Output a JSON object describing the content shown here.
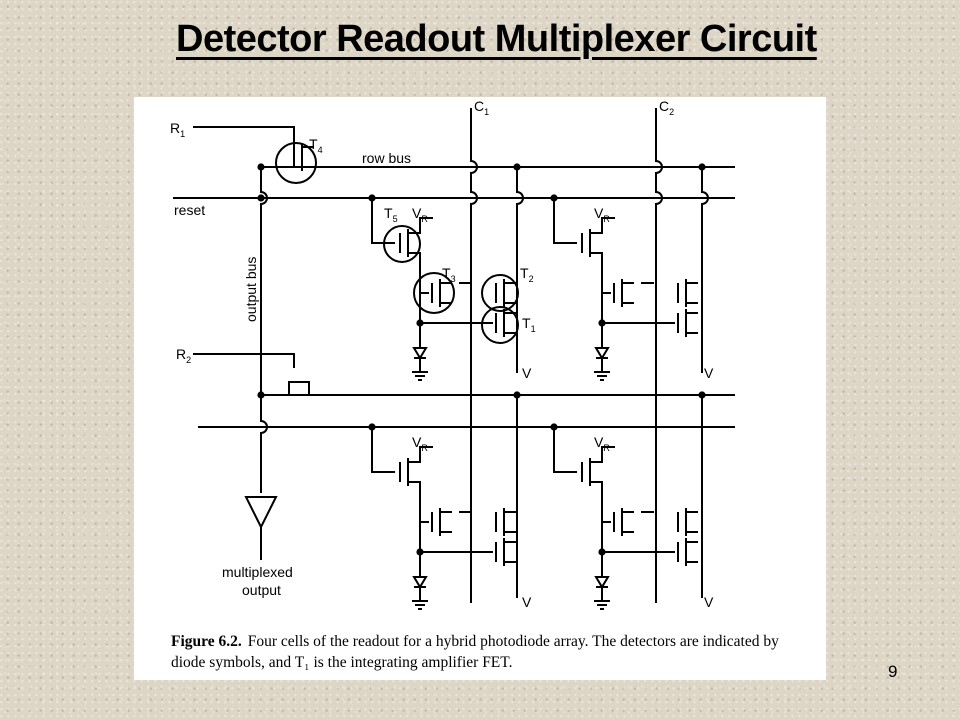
{
  "slide": {
    "title": "Detector Readout Multiplexer Circuit",
    "page_number": "9"
  },
  "figure": {
    "caption_label": "Figure 6.2.",
    "caption_text": "Four cells of the readout for a hybrid photodiode array. The detectors are indicated by diode symbols, and T₁ is the integrating amplifier FET.",
    "labels": {
      "r1": "R",
      "r1_sub": "1",
      "r2": "R",
      "r2_sub": "2",
      "c1": "C",
      "c1_sub": "1",
      "c2": "C",
      "c2_sub": "2",
      "t1": "T",
      "t1_sub": "1",
      "t2": "T",
      "t2_sub": "2",
      "t3": "T",
      "t3_sub": "3",
      "t4": "T",
      "t4_sub": "4",
      "t5": "T",
      "t5_sub": "5",
      "vr": "V",
      "vr_sub": "R",
      "v": "V",
      "row_bus": "row  bus",
      "reset": "reset",
      "output_bus": "output  bus",
      "multiplexed": "multiplexed",
      "output": "output"
    }
  }
}
